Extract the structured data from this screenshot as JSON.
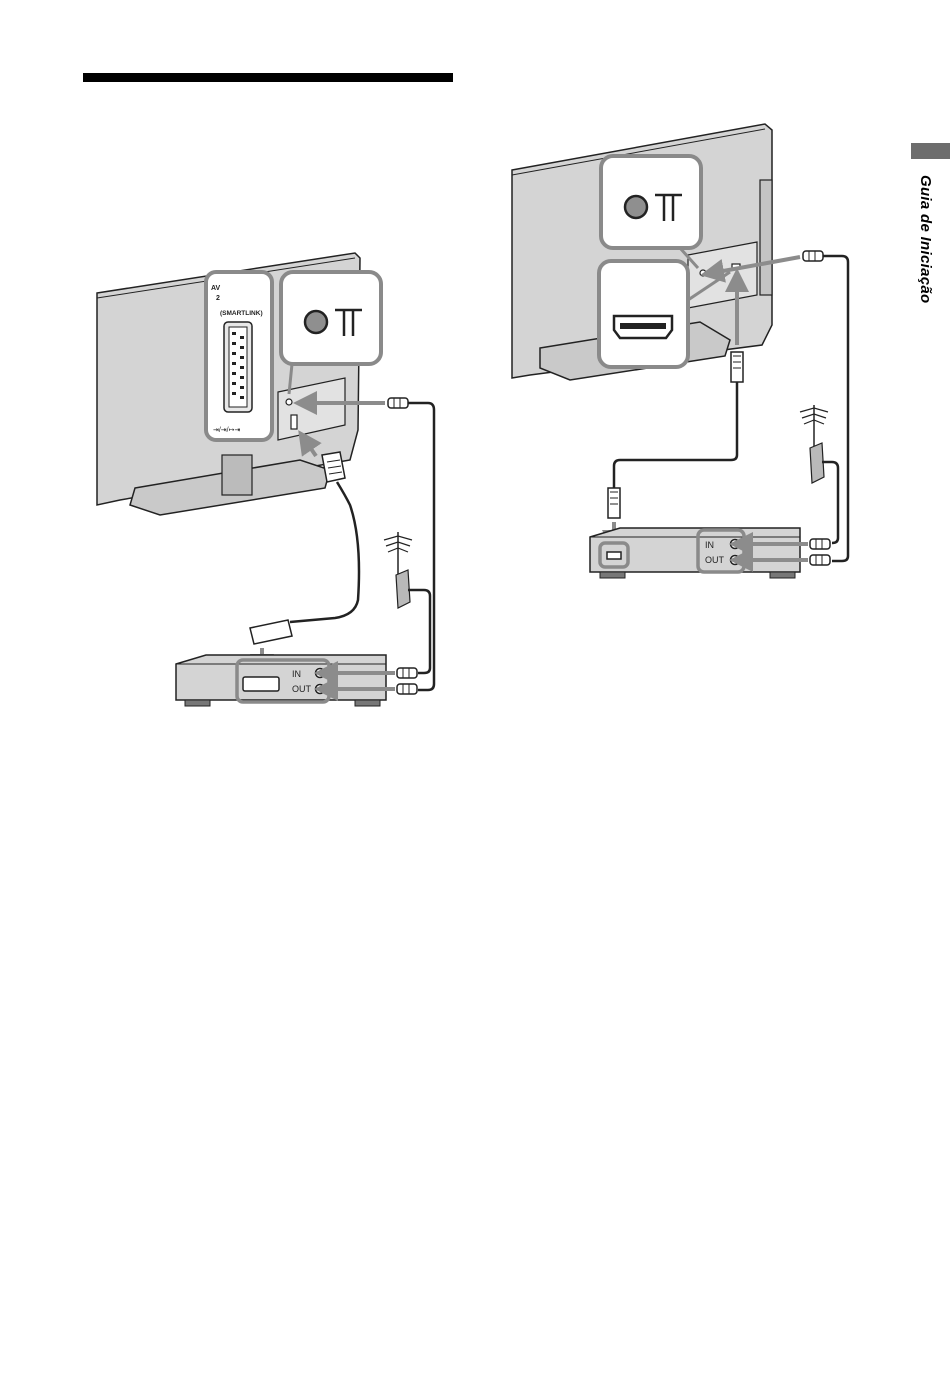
{
  "sidebar": {
    "section_label": "Guia de Iniciação"
  },
  "left_diagram": {
    "scart_label_av": "AV",
    "scart_label_num": "2",
    "scart_label_smartlink": "(SMARTLINK)",
    "scart_symbols": "⇥/⇥/↦⇥",
    "recorder_in": "IN",
    "recorder_out": "OUT"
  },
  "right_diagram": {
    "recorder_in": "IN",
    "recorder_out": "OUT"
  },
  "colors": {
    "arrow": "#8c8c8c",
    "highlight_border": "#8a8a8a",
    "tv_fill": "#d4d4d4"
  }
}
